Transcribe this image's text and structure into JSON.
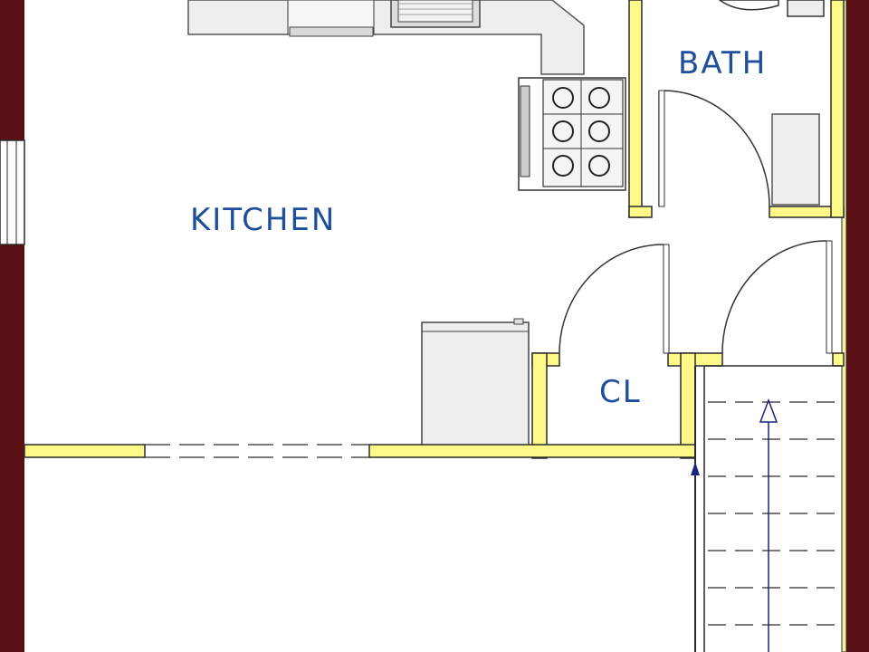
{
  "rooms": {
    "kitchen": "KITCHEN",
    "bath": "BATH",
    "closet": "CL"
  },
  "colors": {
    "wall_fill": "#fff98a",
    "wall_stroke": "#2b2b2b",
    "exterior_wall": "#5a0f14",
    "label": "#1f4f9c",
    "stair_arrow": "#1a237e",
    "fixture_fill": "#eeeeee",
    "fixture_stroke": "#555555"
  },
  "icons": {
    "range": "stove-icon",
    "fridge": "refrigerator-icon",
    "sink": "sink-icon",
    "toilet": "toilet-icon",
    "stairs": "stairs-up-arrow-icon"
  }
}
